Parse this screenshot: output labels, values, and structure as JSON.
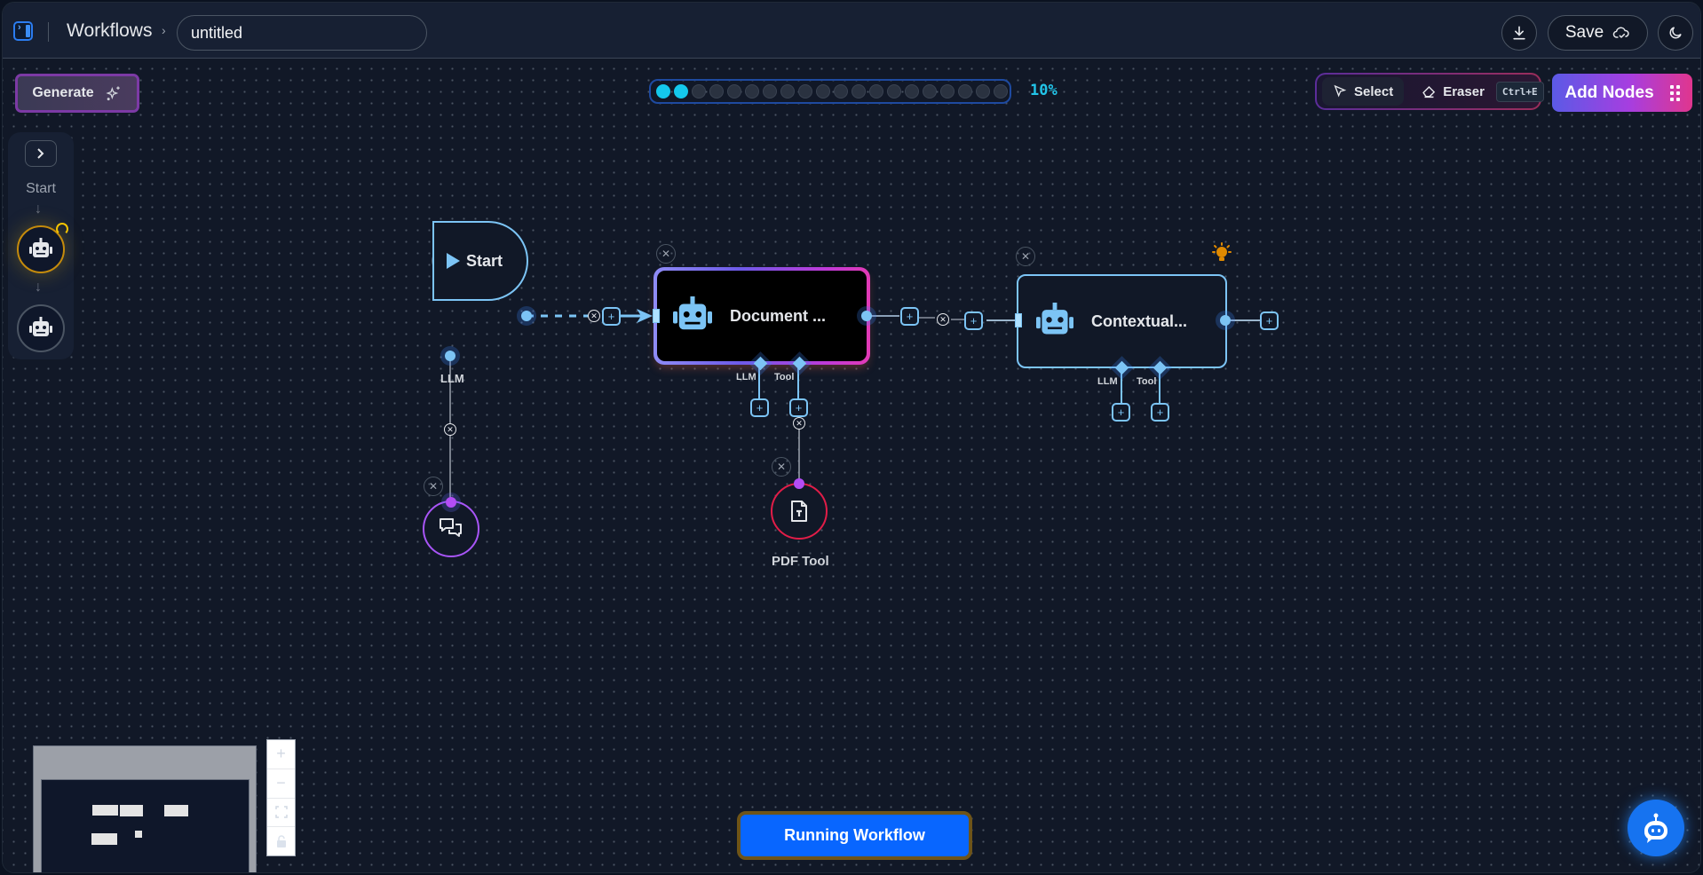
{
  "header": {
    "breadcrumb_root": "Workflows",
    "breadcrumb_separator": "›",
    "workflow_name": "untitled",
    "save_label": "Save",
    "icons": {
      "sidebar_toggle": "panel-toggle-icon",
      "download": "download-icon",
      "save": "cloud-check-icon",
      "theme": "moon-icon"
    }
  },
  "toolbar": {
    "generate_label": "Generate",
    "generate_icon": "sparkles-icon",
    "progress": {
      "percent_label": "10%",
      "percent": 10,
      "total_steps": 20,
      "completed_steps": 2
    },
    "select_label": "Select",
    "eraser_label": "Eraser",
    "eraser_shortcut": "Ctrl+E",
    "add_nodes_label": "Add Nodes"
  },
  "flow_sidebar": {
    "start_label": "Start",
    "arrow": "↓",
    "steps": [
      {
        "icon": "robot-icon",
        "state": "running"
      },
      {
        "icon": "robot-icon",
        "state": "pending"
      }
    ]
  },
  "nodes": {
    "start": {
      "label": "Start",
      "bottom_handle_label": "LLM"
    },
    "document_agent": {
      "label": "Document ...",
      "handles": [
        "LLM",
        "Tool"
      ]
    },
    "contextual_agent": {
      "label": "Contextual...",
      "handles": [
        "LLM",
        "Tool"
      ],
      "hint_icon": "lightbulb-icon"
    },
    "chat_model": {
      "icon": "chat-bubbles-icon"
    },
    "pdf_tool": {
      "label": "PDF Tool",
      "icon": "file-text-icon"
    }
  },
  "colors": {
    "accent_cyan": "#14c8ec",
    "handle_blue": "#7cc4f5",
    "run_button": "#0866ff",
    "chat_node_border": "#a855f7",
    "pdf_node_border": "#e11d48",
    "hint_bulb": "#e08a00"
  },
  "controls": {
    "zoom_in": "+",
    "zoom_out": "−",
    "fit_view": "fit-view-icon",
    "lock": "lock-icon"
  },
  "footer": {
    "run_label": "Running Workflow",
    "assistant_icon": "chatbot-icon"
  }
}
